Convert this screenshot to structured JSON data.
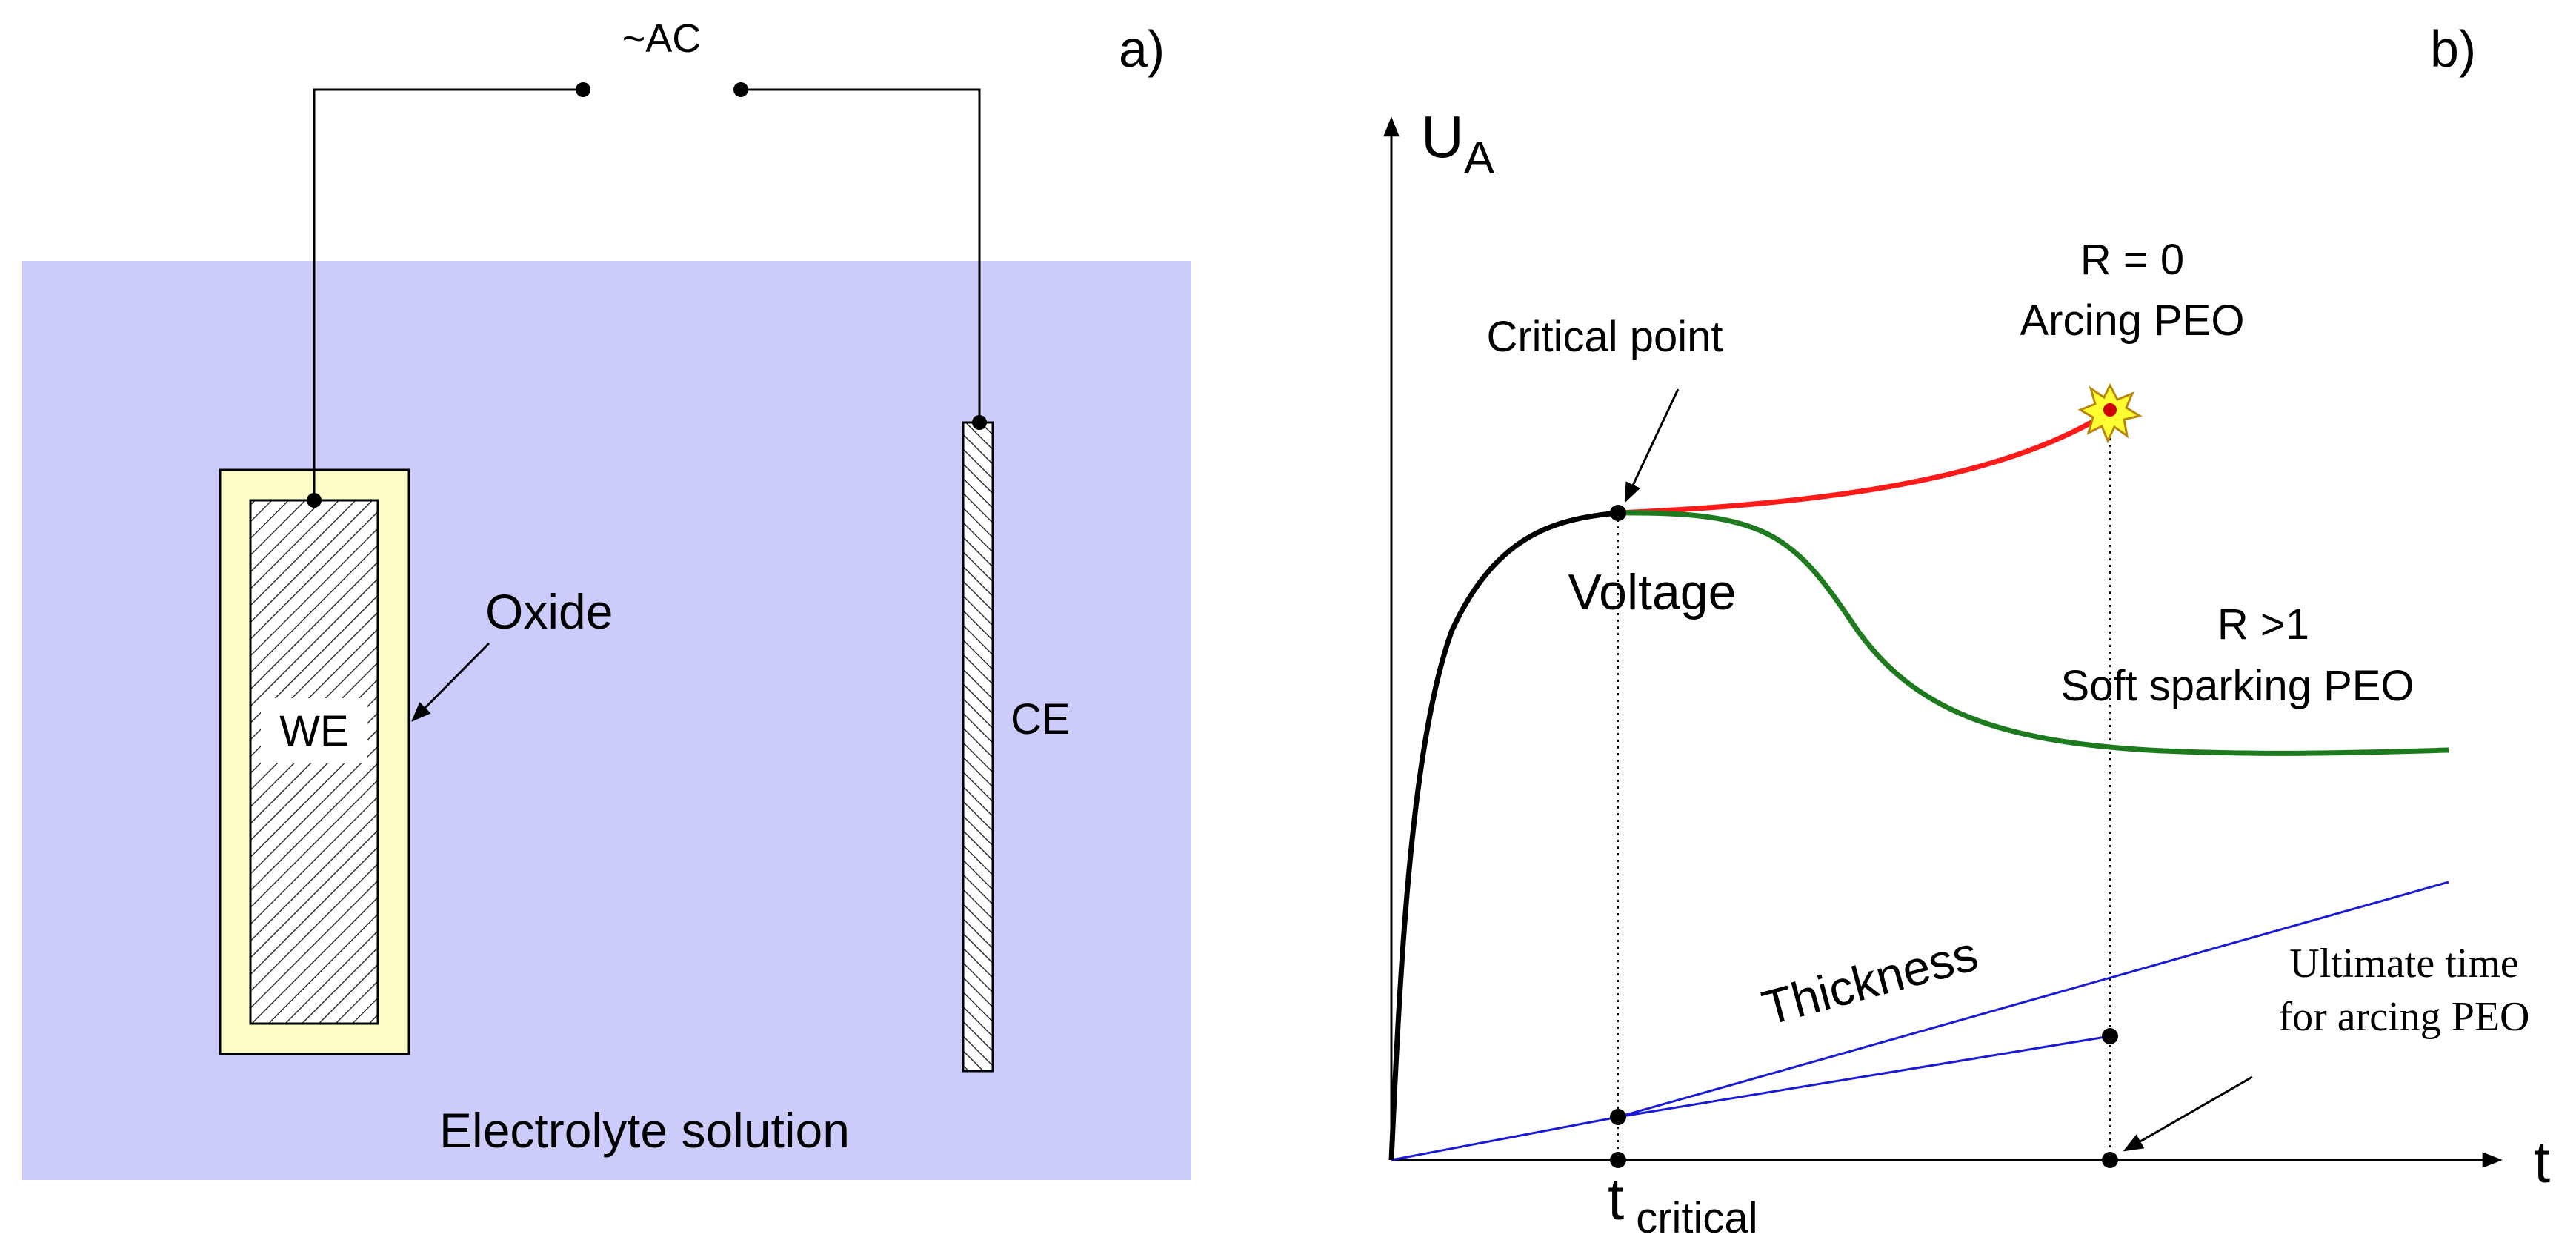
{
  "panel_a": {
    "label": "a)",
    "source_label": "~AC",
    "we_label": "WE",
    "ce_label": "CE",
    "oxide_label": "Oxide",
    "electrolyte_label": "Electrolyte solution",
    "colors": {
      "electrolyte": "#ccccfa",
      "oxide": "#fdfdc8",
      "wire": "#000000"
    }
  },
  "panel_b": {
    "label": "b)",
    "y_axis_label": "U",
    "y_axis_subscript": "A",
    "x_axis_label": "t",
    "x_tick_label": "t",
    "x_tick_subscript": "critical",
    "critical_point_label": "Critical point",
    "voltage_label": "Voltage",
    "thickness_label": "Thickness",
    "arcing_r_label": "R = 0",
    "arcing_label": "Arcing PEO",
    "soft_r_label": "R >1",
    "soft_label": "Soft sparking PEO",
    "ultimate_line1": "Ultimate time",
    "ultimate_line2": "for arcing PEO",
    "colors": {
      "voltage_curve": "#000000",
      "arcing_curve": "#ff1a1a",
      "soft_curve": "#1e7a1e",
      "thickness_lines": "#1a1ad6",
      "star_fill": "#ffff33",
      "star_stroke": "#b8860b"
    }
  }
}
